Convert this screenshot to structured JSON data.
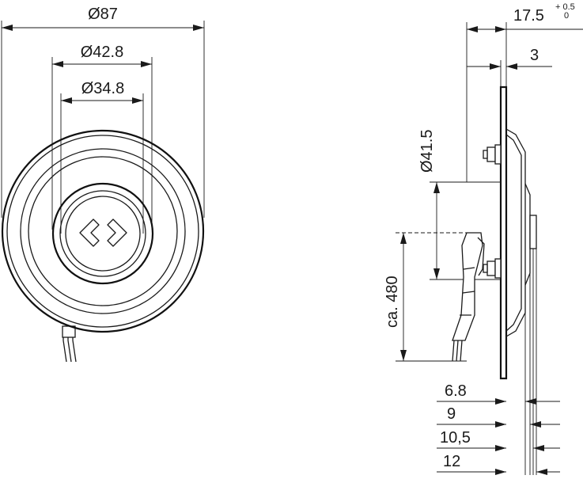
{
  "front_view": {
    "dim_outer": "Ø87",
    "dim_mid": "Ø42.8",
    "dim_inner": "Ø34.8"
  },
  "side_view": {
    "dim_depth": "17.5",
    "tol_upper": "+ 0.5",
    "tol_lower": "0",
    "dim_flange": "3",
    "dim_diameter": "Ø41.5",
    "dim_cable": "ca. 480",
    "depths": [
      "6.8",
      "9",
      "10,5",
      "12"
    ]
  }
}
